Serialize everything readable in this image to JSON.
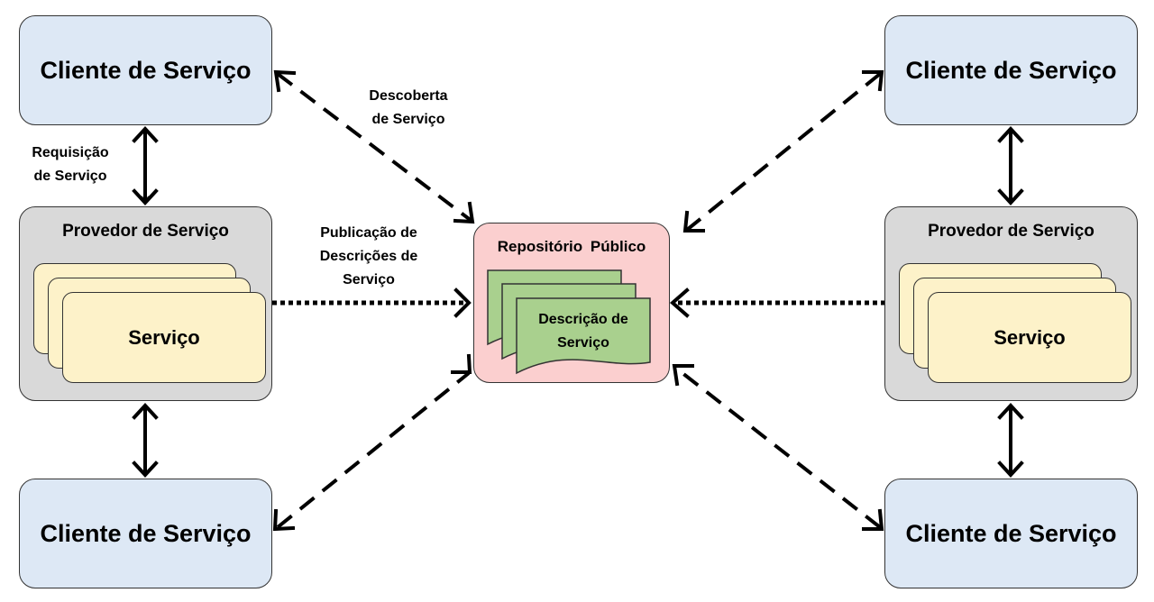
{
  "diagram": {
    "client_label": "Cliente de Serviço",
    "provider_title": "Provedor de Serviço",
    "service_label": "Serviço",
    "repository_title": "Repositório Público",
    "description_lines": [
      "Descrição de",
      "Serviço"
    ],
    "request_lines": [
      "Requisição",
      "de Serviço"
    ],
    "discovery_lines": [
      "Descoberta",
      "de Serviço"
    ],
    "publication_lines": [
      "Publicação de",
      "Descrições de",
      "Serviço"
    ]
  }
}
